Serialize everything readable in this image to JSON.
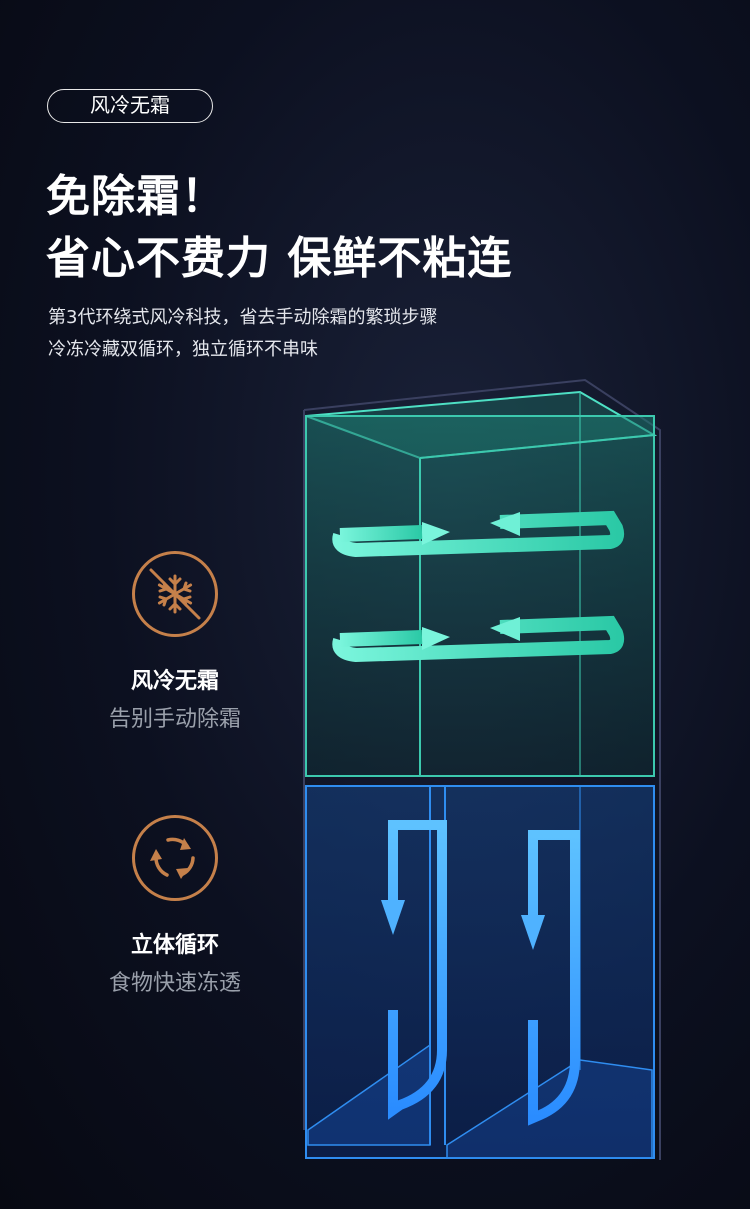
{
  "tag": "风冷无霜",
  "headline_1": "免除霜！",
  "headline_2": "省心不费力 保鲜不粘连",
  "desc_1": "第3代环绕式风冷科技，省去手动除霜的繁琐步骤",
  "desc_2": "冷冻冷藏双循环，独立循环不串味",
  "features": [
    {
      "icon": "snowflake-crossed-icon",
      "title": "风冷无霜",
      "subtitle": "告别手动除霜"
    },
    {
      "icon": "cycle-arrows-icon",
      "title": "立体循环",
      "subtitle": "食物快速冻透"
    }
  ],
  "colors": {
    "accent": "#c5804a",
    "fresh_zone": "#2fd1b0",
    "freezer_zone": "#2a8cff",
    "background": "#0c1020"
  }
}
